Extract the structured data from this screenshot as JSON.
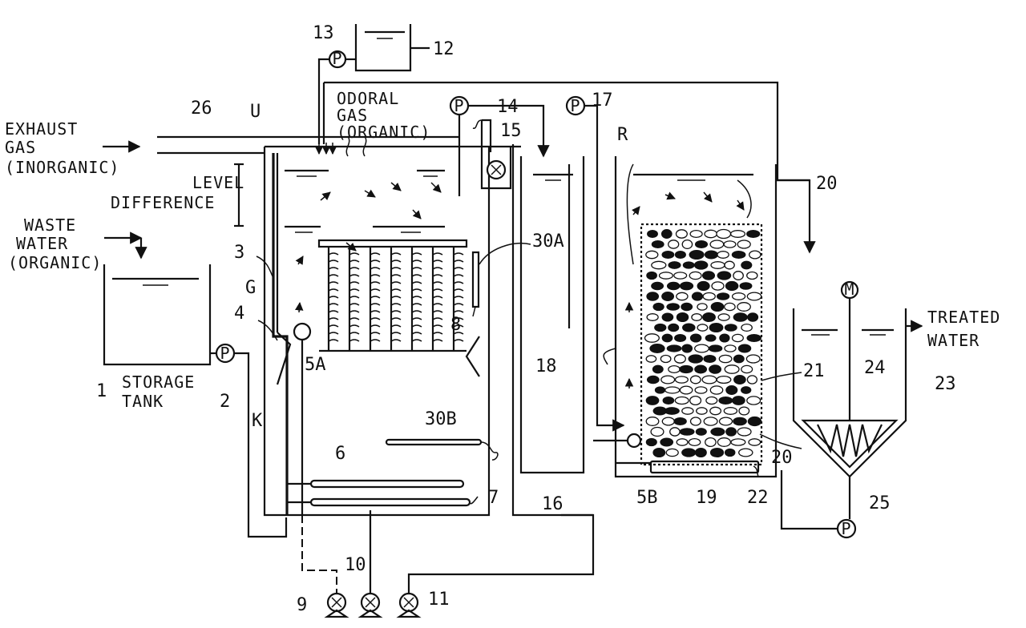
{
  "labels": {
    "exhaust_gas": [
      "EXHAUST",
      "GAS",
      "(INORGANIC)"
    ],
    "odoral_gas": [
      "ODORAL",
      "GAS",
      "(ORGANIC)"
    ],
    "level_difference": [
      "LEVEL",
      "DIFFERENCE"
    ],
    "waste_water": [
      "WASTE",
      "WATER",
      "(ORGANIC)"
    ],
    "storage_tank": [
      "STORAGE",
      "TANK"
    ],
    "treated_water": [
      "TREATED",
      "WATER"
    ],
    "pump": "P",
    "motor": "M"
  },
  "numbers": {
    "n1": "1",
    "n2": "2",
    "n3": "3",
    "n4": "4",
    "n5a": "5A",
    "n5b": "5B",
    "n6": "6",
    "n7": "7",
    "n8": "8",
    "n9": "9",
    "n10": "10",
    "n11": "11",
    "n12": "12",
    "n13": "13",
    "n14": "14",
    "n15": "15",
    "n16": "16",
    "n17": "17",
    "n18": "18",
    "n19": "19",
    "n20a": "20",
    "n20b": "20",
    "n21": "21",
    "n22": "22",
    "n23": "23",
    "n24": "24",
    "n25": "25",
    "n26": "26",
    "n30a": "30A",
    "n30b": "30B",
    "u": "U",
    "g": "G",
    "k": "K",
    "r": "R"
  }
}
